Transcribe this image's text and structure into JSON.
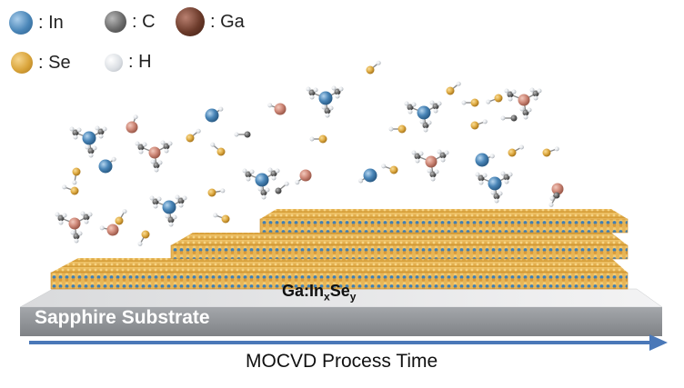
{
  "legend": [
    {
      "label": ": In",
      "color": "#4a86b8"
    },
    {
      "label": ": C",
      "color": "#6a6a6a"
    },
    {
      "label": ": Ga",
      "color": "#6b3a2a"
    },
    {
      "label": ": Se",
      "color": "#d9a43a"
    },
    {
      "label": ": H",
      "color": "#d9dde2"
    }
  ],
  "film": {
    "main": "Ga:In",
    "sub1": "x",
    "mid": "Se",
    "sub2": "y"
  },
  "substrate_label": "Sapphire Substrate",
  "axis_label": "MOCVD Process Time",
  "colors": {
    "in": "#4a86b8",
    "se": "#e0ad45",
    "ga": "#d08a7a",
    "c": "#6a6a6a",
    "h": "#e6e9ed",
    "substrate": "#8d9094",
    "arrow": "#4a78b8"
  }
}
